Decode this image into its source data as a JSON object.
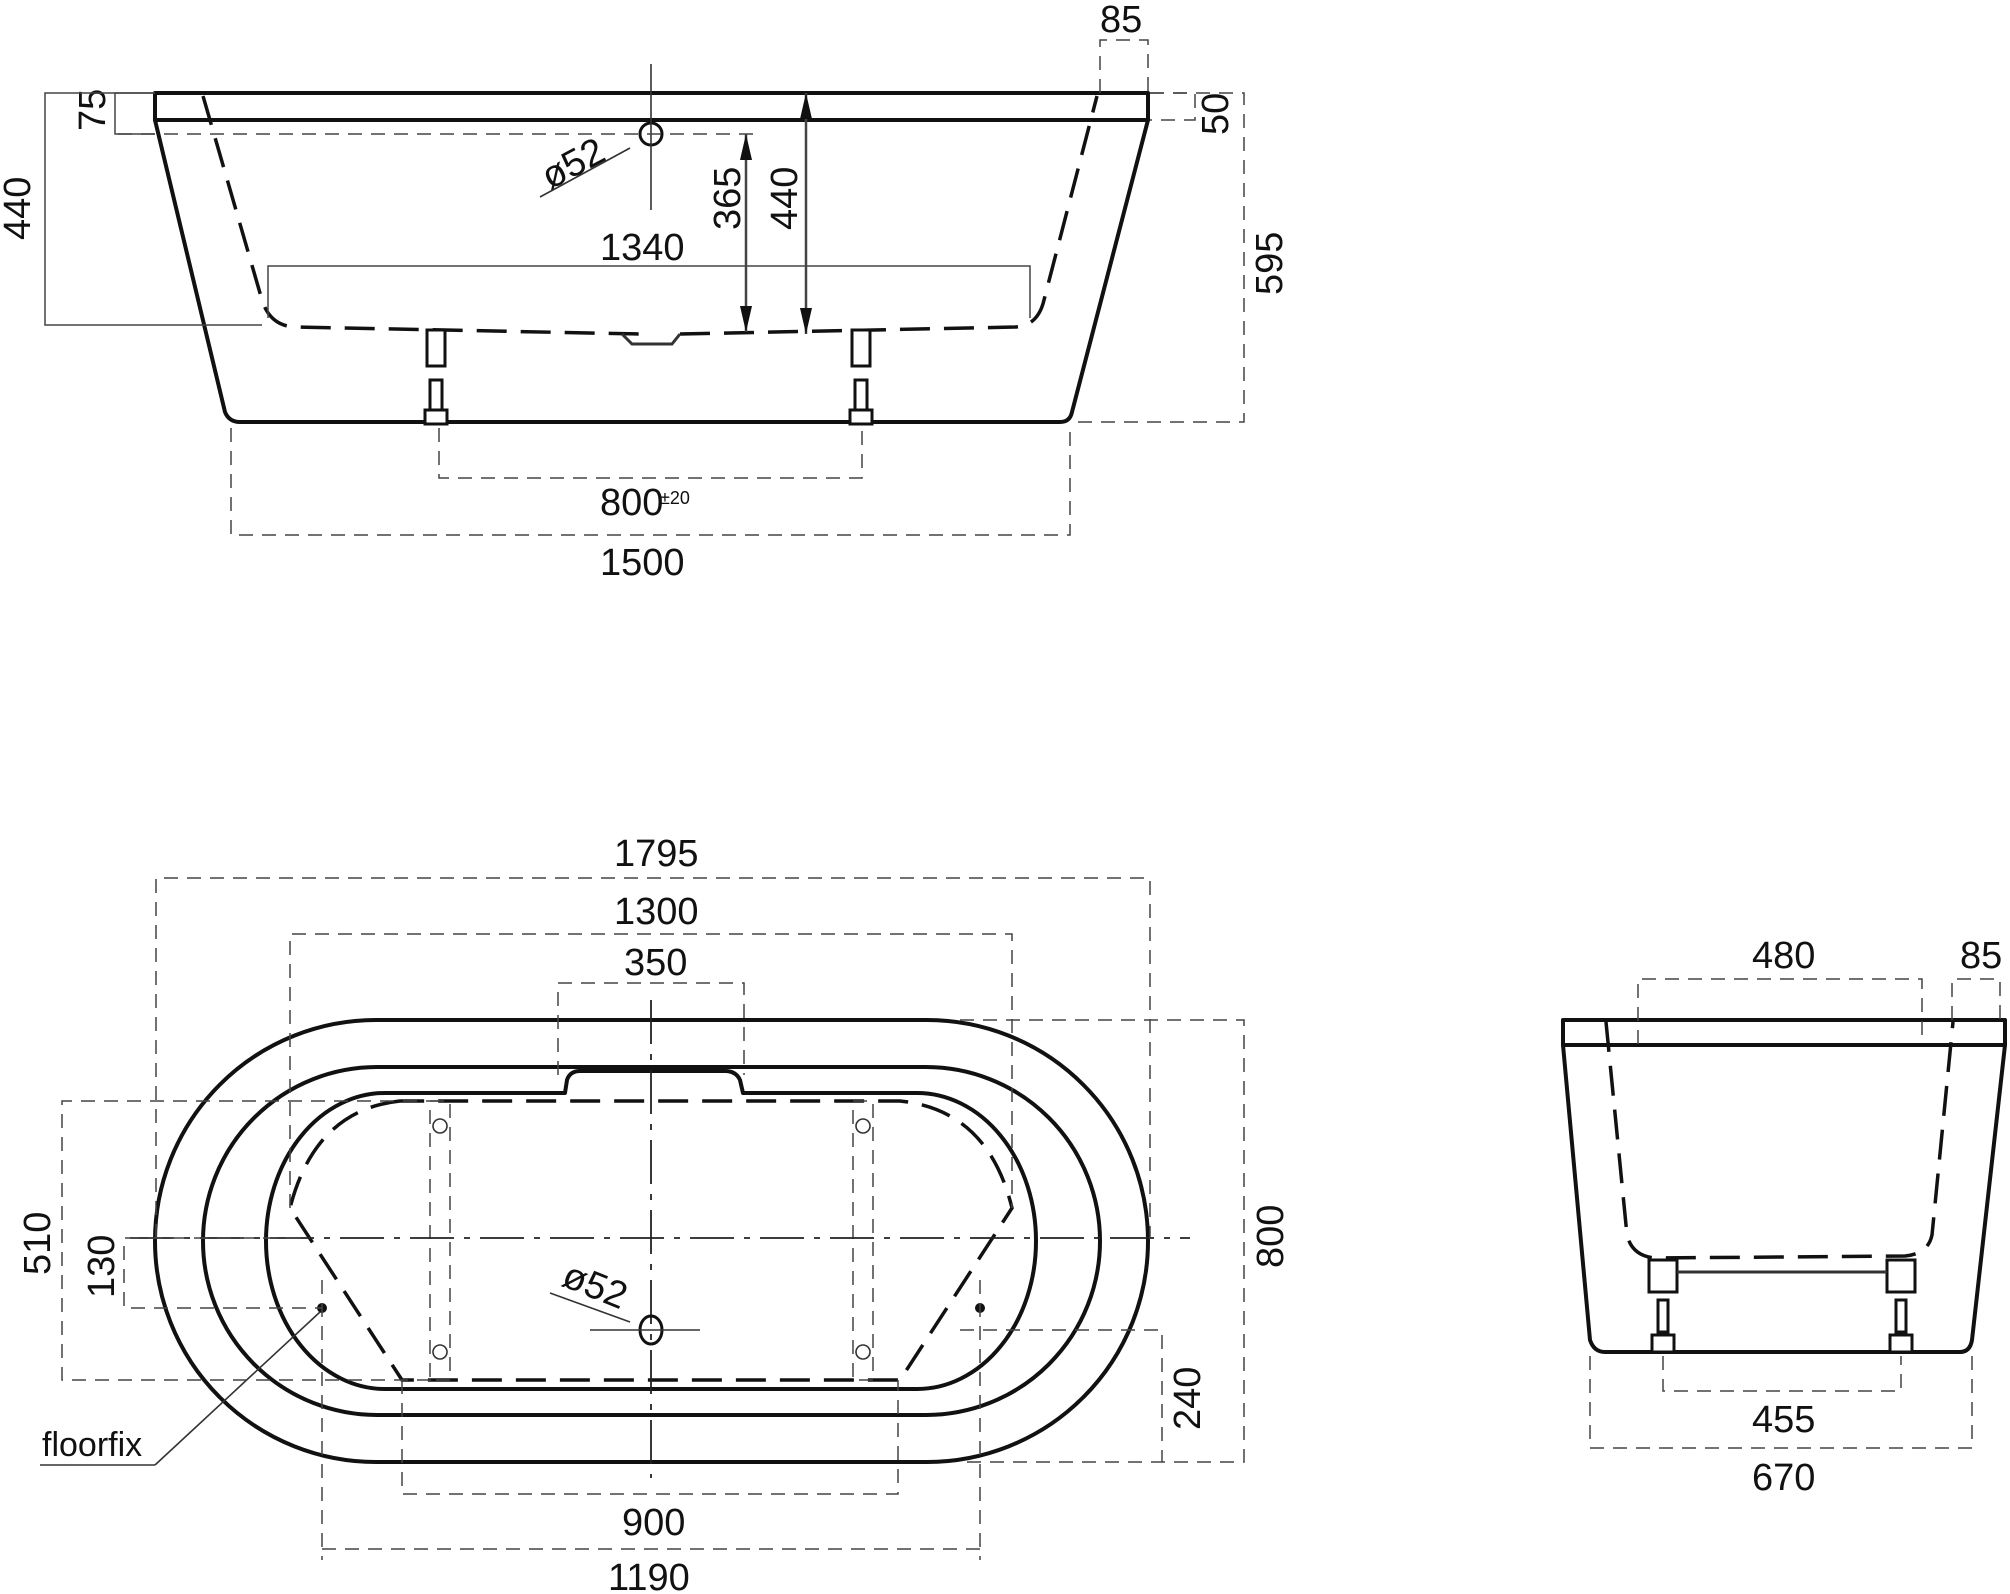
{
  "drawing": {
    "subject": "Freestanding oval bathtub technical drawing",
    "units": "mm",
    "side_view": {
      "rim_height": "75",
      "overflow_to_floor": "440",
      "overflow_diameter": "ø52",
      "interior_length_bottom": "1340",
      "overflow_height_from_bottom": "365",
      "interior_depth": "440",
      "rim_width": "85",
      "rim_thickness": "50",
      "total_height": "595",
      "feet_spacing": "800",
      "feet_spacing_tolerance": "±20",
      "base_length": "1500"
    },
    "plan_view": {
      "overall_length": "1795",
      "interior_length": "1300",
      "overflow_recess_width": "350",
      "overall_width": "800",
      "floorfix_width_span": "510",
      "floorfix_offset": "130",
      "drain_diameter": "ø52",
      "drain_offset": "240",
      "feet_frame_length": "900",
      "floorfix_length_span": "1190",
      "note_floorfix": "floorfix"
    },
    "end_view": {
      "interior_width": "480",
      "rim_width": "85",
      "feet_spacing": "455",
      "base_width": "670"
    }
  }
}
